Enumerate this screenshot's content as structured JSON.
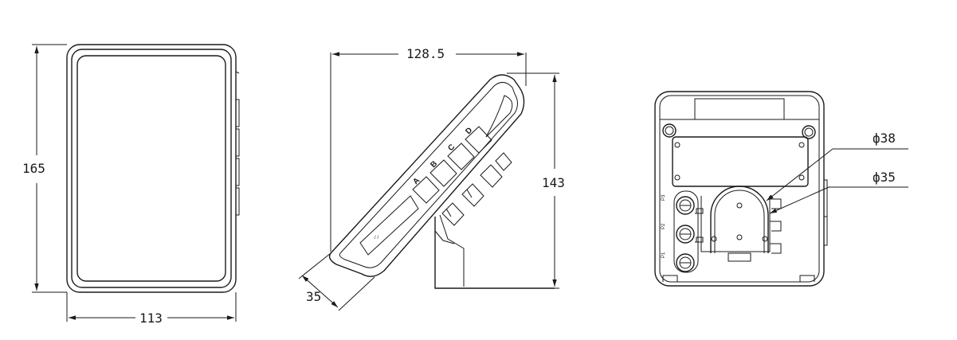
{
  "dimensions": {
    "front_height": "165",
    "front_width": "113",
    "side_length": "128.5",
    "side_height": "143",
    "side_depth": "35",
    "rear_hole_large": "ф38",
    "rear_hole_small": "ф35"
  },
  "side_keys": [
    "A",
    "B",
    "C",
    "D"
  ],
  "port_labels": [
    "P3",
    "P2",
    "P1"
  ]
}
